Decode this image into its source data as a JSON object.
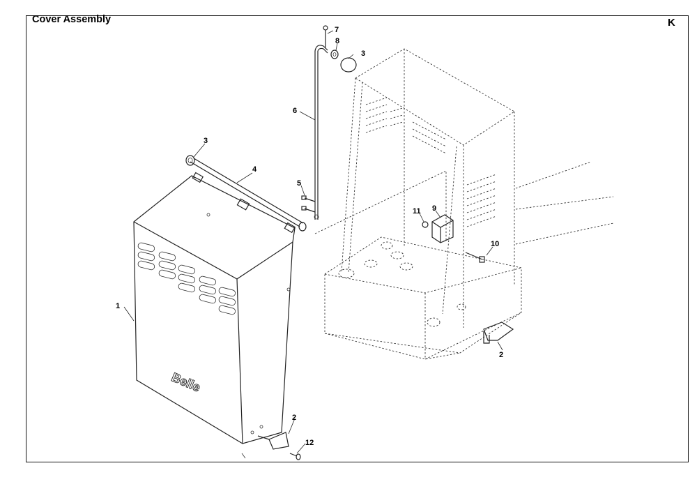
{
  "header": {
    "title": "Cover Assembly",
    "sheet_letter": "K"
  },
  "brand_logo_text": "Belle",
  "callouts": [
    "1",
    "2",
    "2",
    "3",
    "3",
    "4",
    "5",
    "6",
    "7",
    "8",
    "3",
    "9",
    "10",
    "11",
    "12"
  ]
}
